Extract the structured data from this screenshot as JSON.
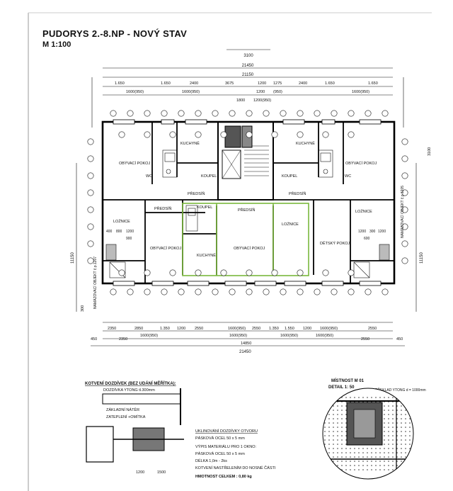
{
  "title": "PUDORYS 2.-8.NP - NOVÝ STAV",
  "scale": "M 1:100",
  "top_dims": {
    "stair_width": "3100",
    "overall": "21450",
    "inner": "21150",
    "segments": [
      "1.650",
      "1600(950)",
      "1.650",
      "2400",
      "1600(950)",
      "3675",
      "1200",
      "1275",
      "2400",
      "1.650",
      "1600(950)",
      "1.650"
    ],
    "stair_sub": [
      "1800",
      "1200",
      "1200(950)",
      "(950)"
    ]
  },
  "bottom_dims": {
    "segments": [
      "2350",
      "2850",
      "1.350",
      "1200",
      "2550",
      "1600(950)",
      "2550",
      "1.350",
      "1.550",
      "1200",
      "1600(950)",
      "2550"
    ],
    "inner": "14850",
    "overall": "21450",
    "side": [
      "450",
      "2350",
      "2550",
      "450"
    ],
    "row2": [
      "1600(950)",
      "1600(950)",
      "1600(950)",
      "1600(950)"
    ]
  },
  "side_dims": {
    "left": "11150",
    "right": "11150",
    "left_small": "300",
    "right_small": "3100"
  },
  "rooms": {
    "kuchyne_l": "KUCHYNĚ",
    "kuchyne_r": "KUCHYNĚ",
    "obyvaci_l": "OBÝVACÍ POKOJ",
    "obyvaci_r": "OBÝVACÍ POKOJ",
    "koupel_l": "KOUPEL",
    "koupel_r": "KOUPEL",
    "wc_l": "WC",
    "wc_r": "WC",
    "predsin_l": "PŘEDSÍŇ",
    "predsin_r": "PŘEDSÍŇ",
    "predsin_l2": "PŘEDSÍŇ",
    "predsin_mid": "PŘEDSÍŇ",
    "koupel_mid": "KOUPEL",
    "loznice_l": "LOŽNICE",
    "loznice_mid": "LOŽNICE",
    "loznice_r": "LOŽNICE",
    "obyvaci_ll": "OBÝVACÍ POKOJ",
    "obyvaci_mid": "OBÝVACÍ POKOJ",
    "kuchyne_mid": "KUCHYNĚ",
    "detsky": "DĚTSKÝ POKOJ"
  },
  "side_notes": {
    "left": "NAMÁZOVACÍ OBJEKT č.p.1207",
    "right": "NAMÁZOVACÍ OBJEKT č.p.1205"
  },
  "inner_dims": [
    "400",
    "800",
    "1200",
    "1200",
    "300",
    "1200",
    "900",
    "600"
  ],
  "detail_left": {
    "title": "KOTVENÍ DOZDÍVEK (BEZ UDÁNÍ MĚŘÍTKA):",
    "lines": [
      "DOZDÍVKA YTONG tl.300mm",
      "ZÁKLADNÍ NÁTĚR",
      "ZATEPLENÍ +OMÍTKA"
    ],
    "note_head": "UKLINOVÁNÍ DOZDÍVKY OTVORU",
    "note": [
      "PÁSKOVÁ OCEL 50 x 5 mm",
      "VÝPIS MATERIÁLU PRO 1 OKNO:",
      "PÁSKOVÁ OCEL 50 x 5 mm",
      "DÉLKA 1,0m - 2ks",
      "KOTVENÍ NASTŘELENÍM DO NOSNÉ ČÁSTI",
      "HMOTNOST CELKEM : 0,80 kg"
    ],
    "dims": [
      "1200",
      "1500"
    ]
  },
  "detail_right": {
    "title": "MÍSTNOST M 01",
    "subtitle": "DETAIL 1: 50",
    "note": "PŘEKLAD YTONG d = 1000mm"
  }
}
